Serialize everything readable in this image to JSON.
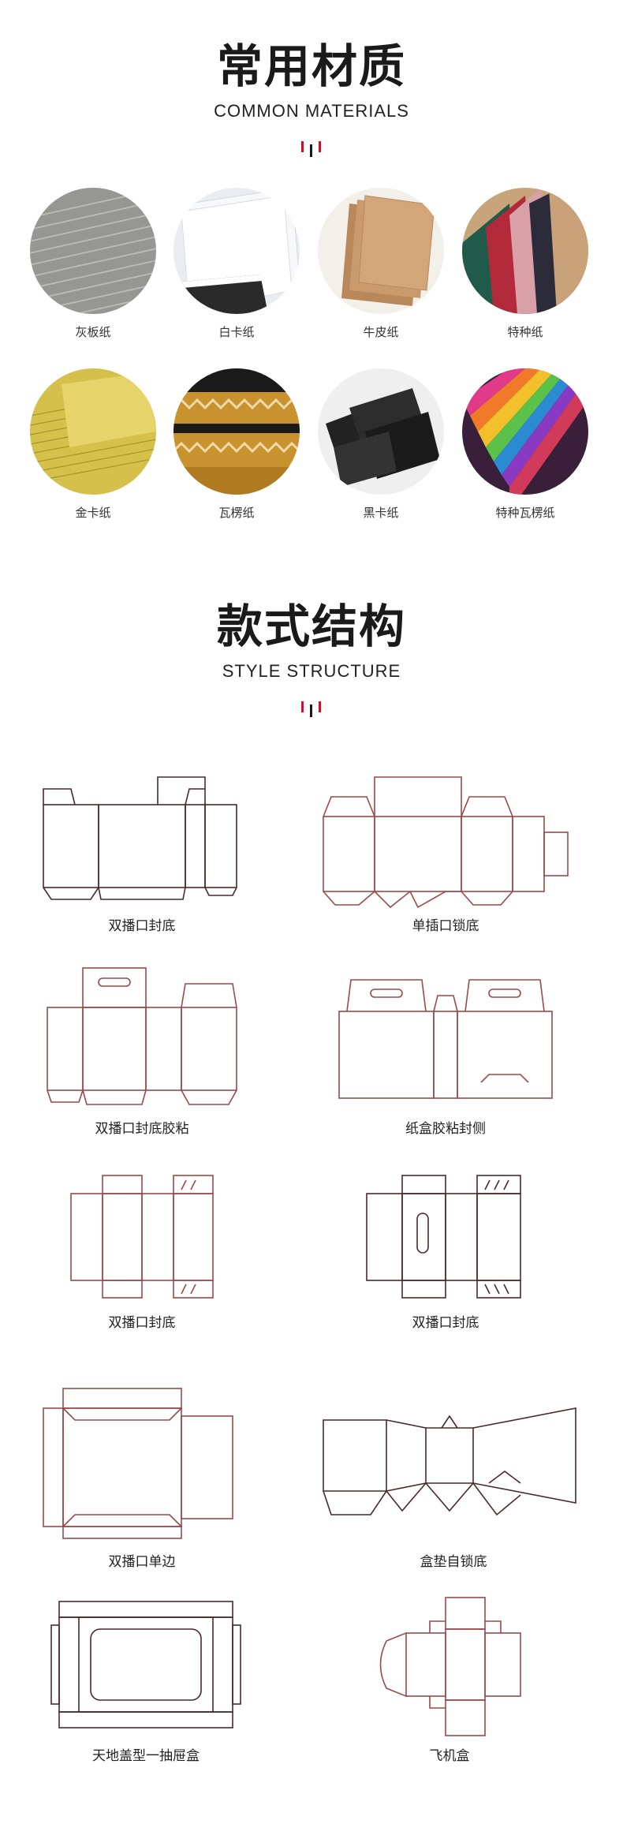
{
  "materials": {
    "title": "常用材质",
    "subtitle": "COMMON MATERIALS",
    "items": [
      {
        "label": "灰板纸"
      },
      {
        "label": "白卡纸"
      },
      {
        "label": "牛皮纸"
      },
      {
        "label": "特种纸"
      },
      {
        "label": "金卡纸"
      },
      {
        "label": "瓦楞纸"
      },
      {
        "label": "黑卡纸"
      },
      {
        "label": "特种瓦楞纸"
      }
    ]
  },
  "structures": {
    "title": "款式结构",
    "subtitle": "STYLE STRUCTURE",
    "items": [
      {
        "label": "双播口封底"
      },
      {
        "label": "单插口锁底"
      },
      {
        "label": "双播口封底胶粘"
      },
      {
        "label": "纸盒胶粘封侧"
      },
      {
        "label": "双播口封底"
      },
      {
        "label": "双播口封底"
      },
      {
        "label": "双播口单边"
      },
      {
        "label": "盒垫自锁底"
      },
      {
        "label": "天地盖型一抽屉盒"
      },
      {
        "label": "飞机盒"
      }
    ]
  },
  "colors": {
    "accent": "#c8102e",
    "line_dark": "#4a2a2a",
    "line_red": "#9a4a4a"
  }
}
